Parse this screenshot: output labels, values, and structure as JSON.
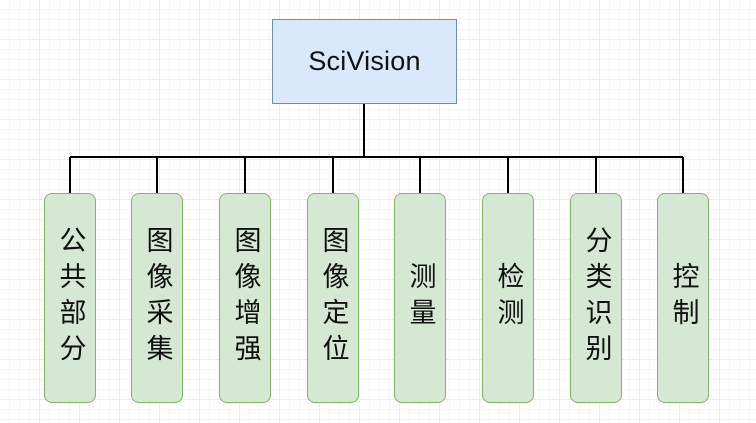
{
  "diagram": {
    "root": {
      "label": "SciVision"
    },
    "children": [
      {
        "label": "公共部分"
      },
      {
        "label": "图像采集"
      },
      {
        "label": "图像增强"
      },
      {
        "label": "图像定位"
      },
      {
        "label": "测量"
      },
      {
        "label": "检测"
      },
      {
        "label": "分类识别"
      },
      {
        "label": "控制"
      }
    ],
    "colors": {
      "root_fill": "#dae8fc",
      "root_stroke": "#6c8ebf",
      "child_fill": "#d5e8d4",
      "child_stroke": "#82b366",
      "connector": "#000000"
    }
  }
}
